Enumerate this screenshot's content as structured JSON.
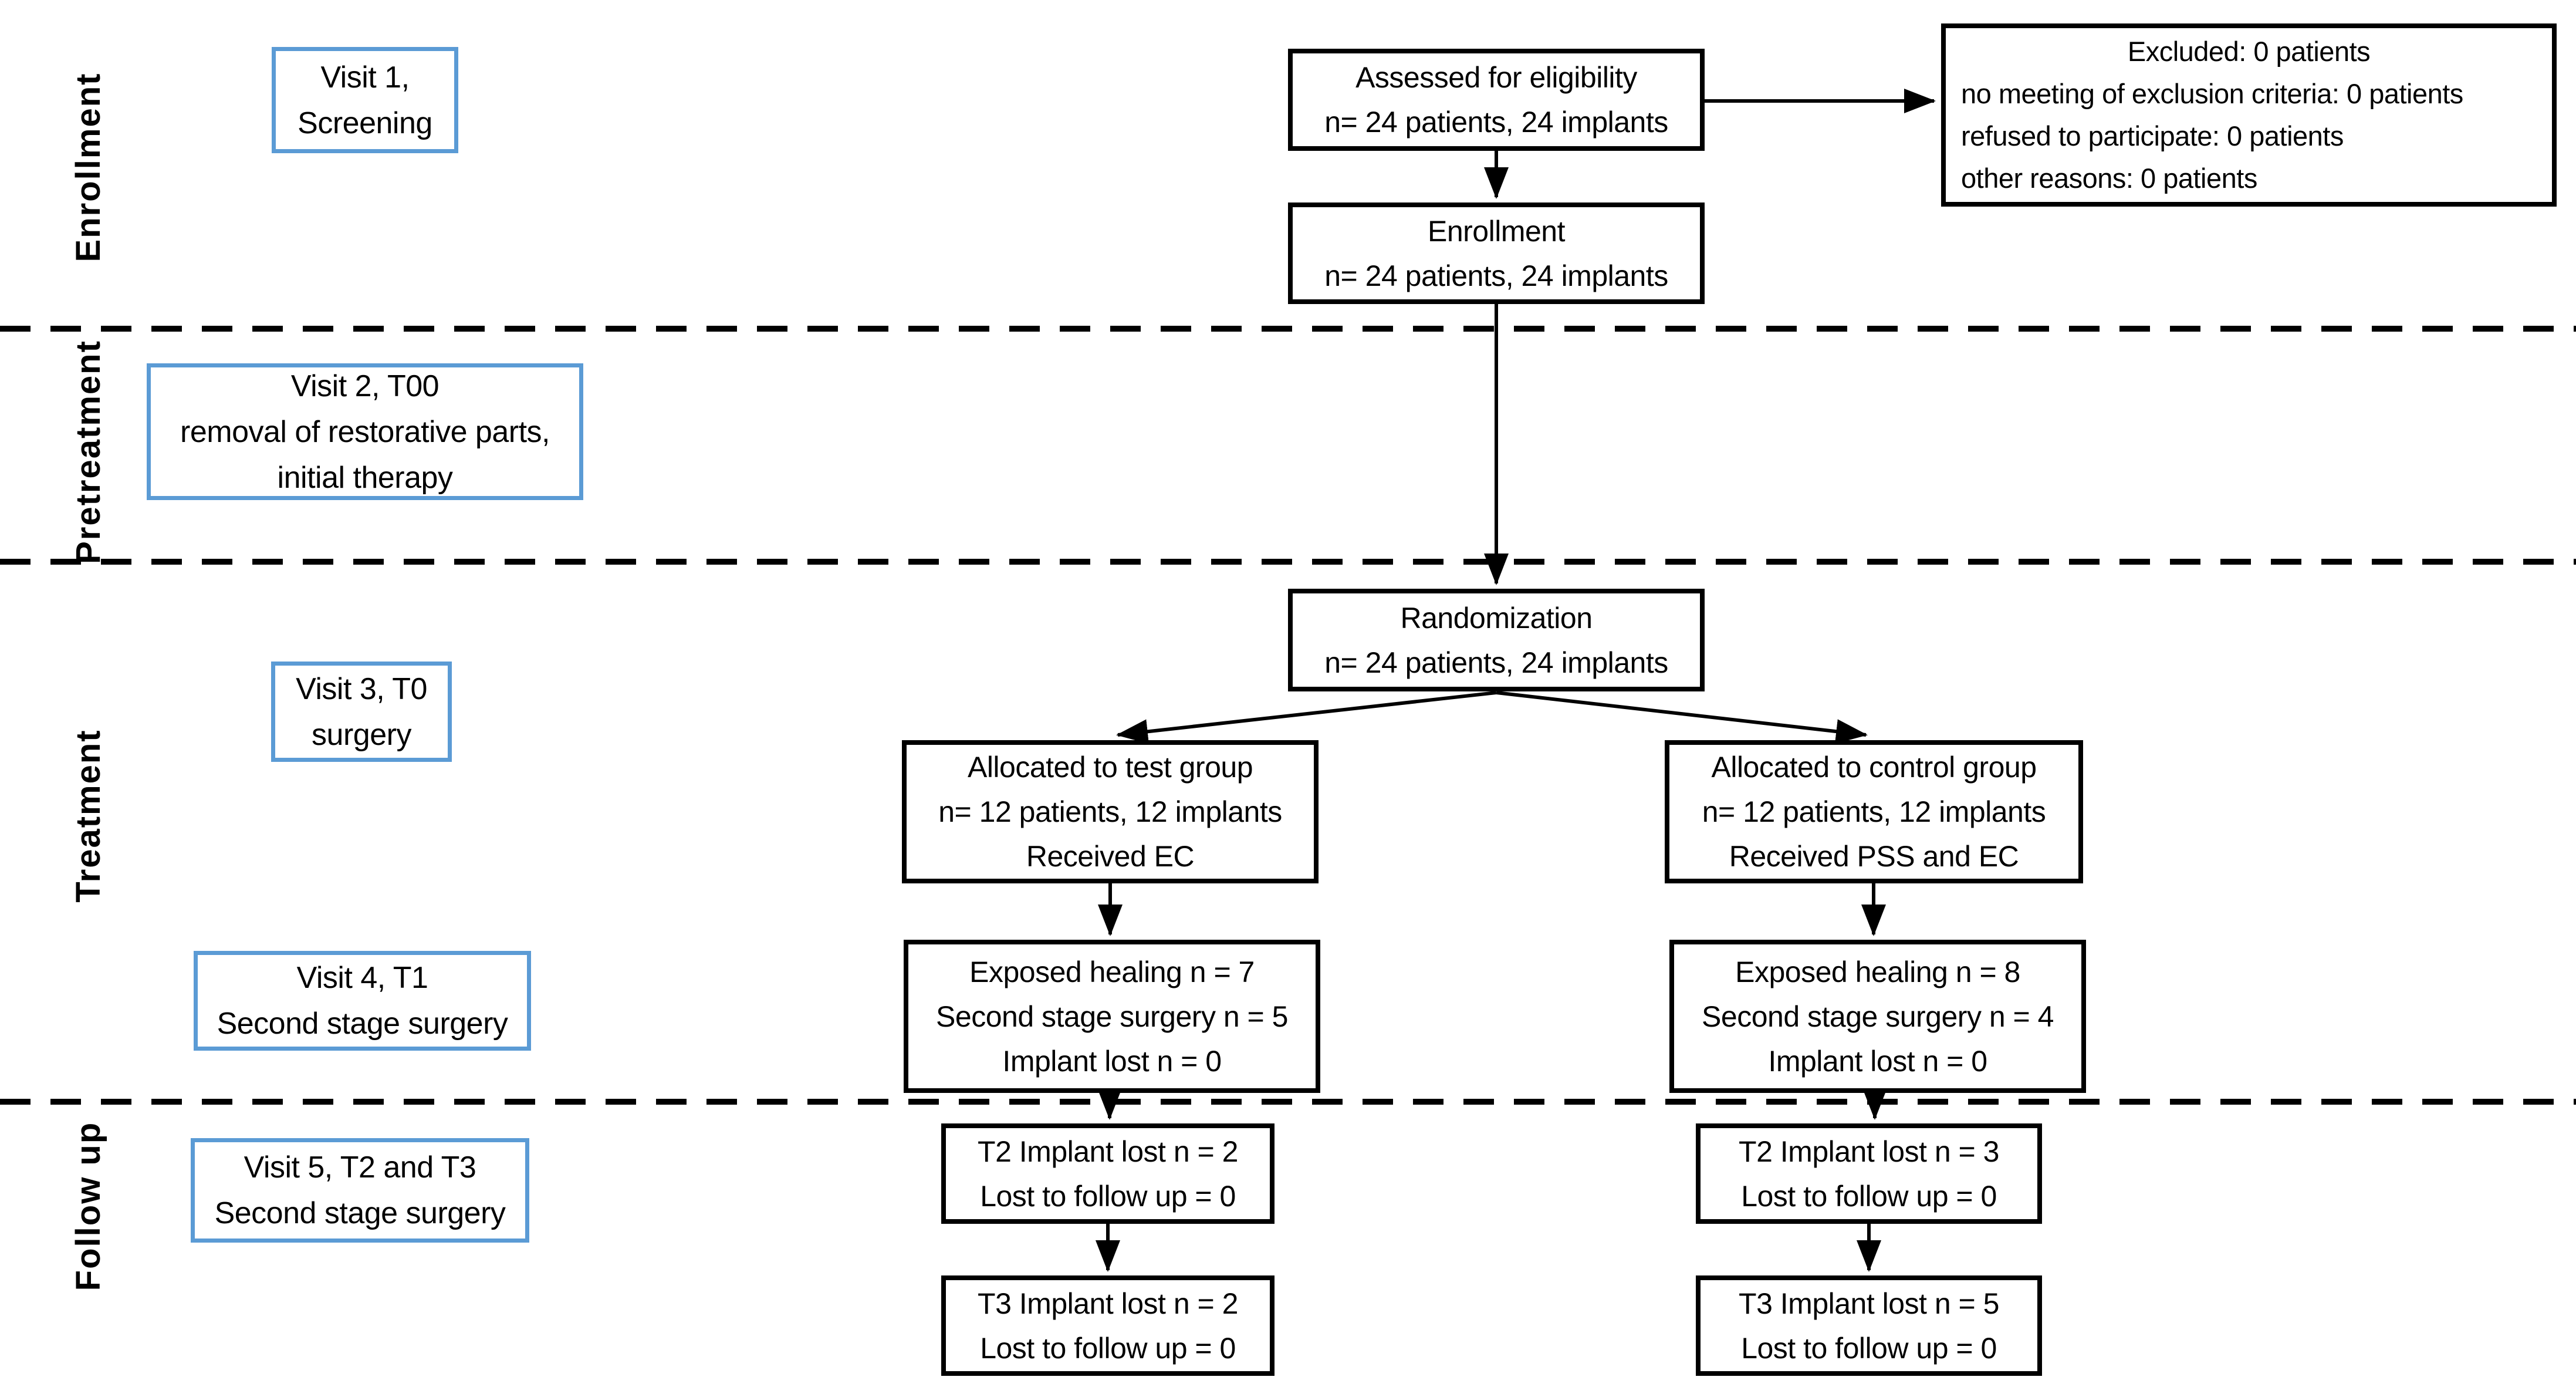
{
  "colors": {
    "accent_blue": "#5B9BD5",
    "ink": "#000000",
    "background": "#FFFFFF"
  },
  "stages": [
    {
      "label": "Enrollment"
    },
    {
      "label": "Pretreatment"
    },
    {
      "label": "Treatment"
    },
    {
      "label": "Follow up"
    }
  ],
  "visit_boxes": [
    {
      "lines": [
        "Visit 1,",
        "Screening"
      ]
    },
    {
      "lines": [
        "Visit 2, T00",
        "removal of restorative parts,",
        "initial therapy"
      ]
    },
    {
      "lines": [
        "Visit 3, T0",
        "surgery"
      ]
    },
    {
      "lines": [
        "Visit 4, T1",
        "Second stage surgery"
      ]
    },
    {
      "lines": [
        "Visit 5, T2 and T3",
        "Second stage surgery"
      ]
    }
  ],
  "flow": {
    "assessed": {
      "lines": [
        "Assessed for eligibility",
        "n= 24 patients, 24 implants"
      ]
    },
    "excluded": {
      "lines": [
        "Excluded: 0 patients",
        "no meeting of exclusion criteria: 0 patients",
        "refused to participate: 0 patients",
        "other reasons: 0 patients"
      ]
    },
    "enrollment": {
      "lines": [
        "Enrollment",
        "n= 24 patients, 24 implants"
      ]
    },
    "randomization": {
      "lines": [
        "Randomization",
        "n= 24 patients, 24 implants"
      ]
    },
    "test_alloc": {
      "lines": [
        "Allocated to test group",
        "n= 12 patients, 12 implants",
        "Received EC"
      ]
    },
    "control_alloc": {
      "lines": [
        "Allocated to control group",
        "n= 12 patients, 12 implants",
        "Received PSS and EC"
      ]
    },
    "test_healing": {
      "lines": [
        "Exposed healing n = 7",
        "Second stage surgery n = 5",
        "Implant lost n = 0"
      ]
    },
    "control_healing": {
      "lines": [
        "Exposed healing n = 8",
        "Second stage surgery n = 4",
        "Implant lost n = 0"
      ]
    },
    "test_t2": {
      "lines": [
        "T2 Implant lost n = 2",
        "Lost to follow up = 0"
      ]
    },
    "control_t2": {
      "lines": [
        "T2 Implant lost n = 3",
        "Lost to follow up = 0"
      ]
    },
    "test_t3": {
      "lines": [
        "T3 Implant lost n = 2",
        "Lost to follow up = 0"
      ]
    },
    "control_t3": {
      "lines": [
        "T3 Implant lost n = 5",
        "Lost to follow up = 0"
      ]
    }
  }
}
